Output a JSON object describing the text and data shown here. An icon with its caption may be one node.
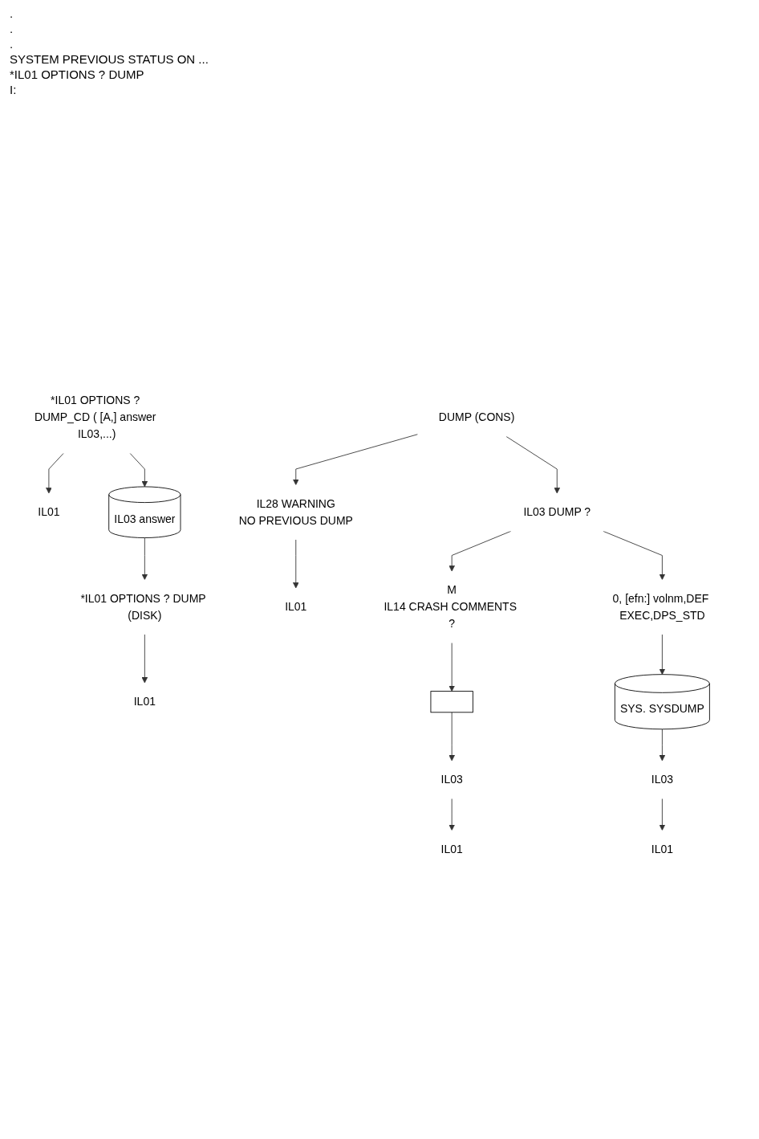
{
  "diagram": {
    "nodes": [
      {
        "text": [
          "*IL01 OPTIONS ? DUMP_CD ( [A,] answer IL03,...)"
        ]
      },
      {
        "text": [
          "IL01"
        ]
      },
      {
        "text": [
          "IL03 answer"
        ]
      },
      {
        "text": [
          "*IL01 OPTIONS ? DUMP (DISK)"
        ]
      },
      {
        "text": [
          "IL01"
        ]
      },
      {
        "text": [
          "DUMP (CONS)"
        ]
      },
      {
        "text": [
          "IL03 DUMP ?"
        ]
      },
      {
        "text": [
          "IL28 WARNING",
          "NO PREVIOUS DUMP"
        ]
      },
      {
        "text": [
          "IL01"
        ]
      },
      {
        "text": [
          "M",
          "IL14 CRASH COMMENTS ?"
        ]
      },
      {
        "text": [
          "0, [efn:] volnm,DEF EXEC,DPS_STD"
        ]
      },
      {
        "text": [],
        "shape": "box"
      },
      {
        "text": [
          "SYS. SYSDUMP"
        ]
      },
      {
        "text": [
          "IL03"
        ]
      },
      {
        "text": [
          "IL01"
        ]
      },
      {
        "text": [
          "IL03"
        ]
      },
      {
        "text": [
          "IL01"
        ]
      }
    ],
    "edges": [
      {
        "from": 0,
        "to": 1,
        "arrow": "to"
      },
      {
        "from": 0,
        "to": 2,
        "arrow": "to"
      },
      {
        "from": 2,
        "to": 3,
        "arrow": "to"
      },
      {
        "from": 3,
        "to": 4,
        "arrow": "to"
      },
      {
        "from": 5,
        "to": 7,
        "arrow": "to"
      },
      {
        "from": 5,
        "to": 6,
        "arrow": "to"
      },
      {
        "from": 6,
        "to": 9,
        "arrow": "to"
      },
      {
        "from": 6,
        "to": 10,
        "arrow": "to"
      },
      {
        "from": 7,
        "to": 8,
        "arrow": "to"
      },
      {
        "from": 9,
        "to": 11,
        "arrow": "to"
      },
      {
        "from": 11,
        "to": 13,
        "arrow": "to"
      },
      {
        "from": 13,
        "to": 14,
        "arrow": "to"
      },
      {
        "from": 10,
        "to": 12,
        "arrow": "to"
      },
      {
        "from": 12,
        "to": 15,
        "arrow": "to"
      },
      {
        "from": 15,
        "to": 16,
        "arrow": "to"
      }
    ],
    "labels": [
      ".",
      ".",
      ".",
      "SYSTEM PREVIOUS STATUS ON ...",
      "*IL01 OPTIONS ? DUMP",
      "I:"
    ]
  }
}
